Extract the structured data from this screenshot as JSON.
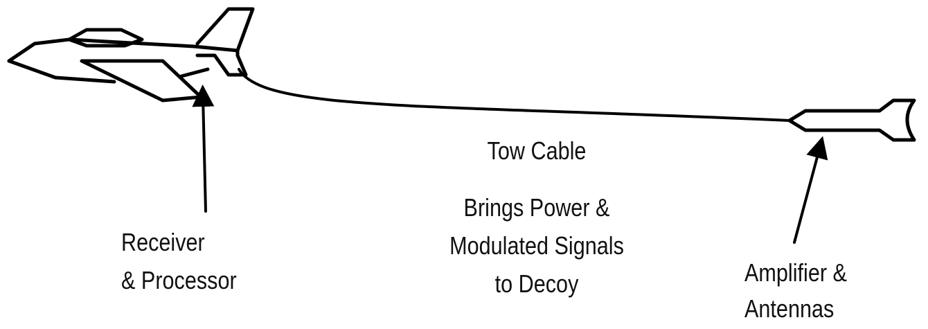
{
  "labels": {
    "tow_cable": "Tow Cable",
    "cable_desc": [
      "Brings Power &",
      "Modulated Signals",
      "to Decoy"
    ],
    "receiver": [
      "Receiver",
      "& Processor"
    ],
    "amplifier": [
      "Amplifier &",
      "Antennas"
    ]
  },
  "colors": {
    "line": "#000000",
    "background": "#ffffff"
  }
}
